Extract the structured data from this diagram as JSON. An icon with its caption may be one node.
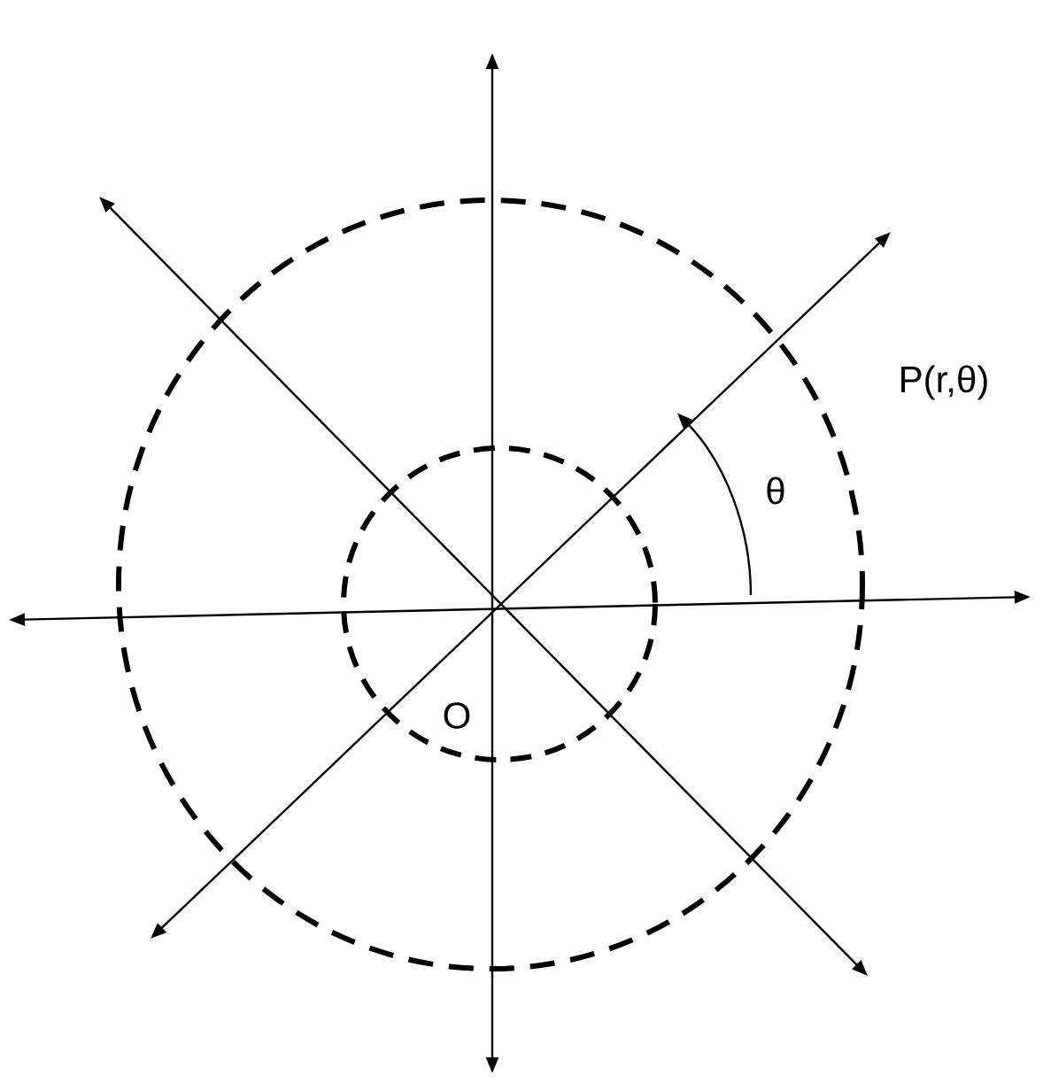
{
  "diagram": {
    "labels": [
      "P(r,θ)",
      "θ",
      "O"
    ]
  }
}
